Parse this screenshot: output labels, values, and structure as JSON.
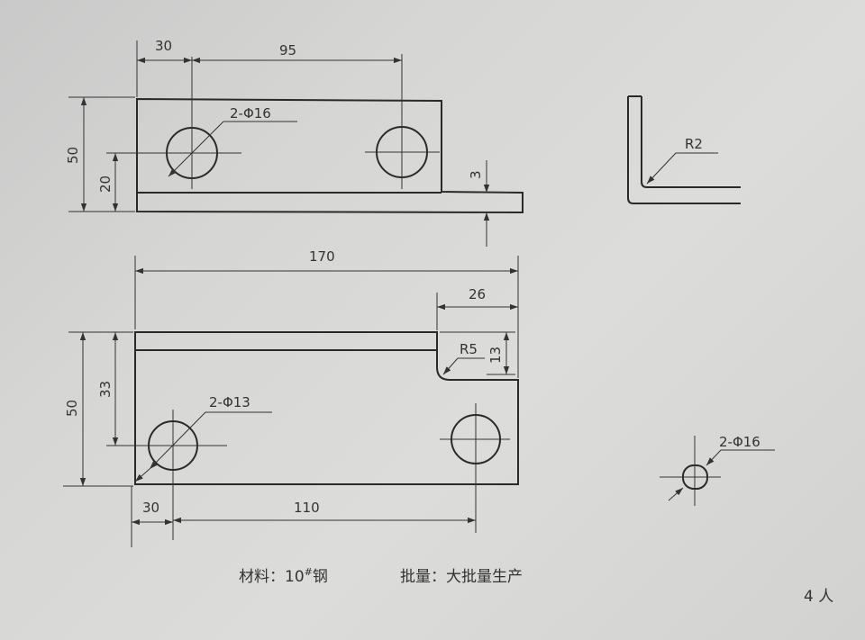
{
  "top_view": {
    "dim_30": "30",
    "dim_95": "95",
    "dim_50": "50",
    "dim_20": "20",
    "dim_3": "3",
    "holes_label": "2-Φ16"
  },
  "corner_detail": {
    "radius_label": "R2"
  },
  "front_view": {
    "dim_170": "170",
    "dim_26": "26",
    "dim_50": "50",
    "dim_33": "33",
    "dim_13": "13",
    "radius_label": "R5",
    "holes_label": "2-Φ13",
    "dim_30": "30",
    "dim_110": "110"
  },
  "hole_detail": {
    "holes_label": "2-Φ16"
  },
  "footer": {
    "material": "材料：10",
    "material_sup": "#",
    "material_steel": "钢",
    "batch": "批量：大批量生产",
    "group": "4 人"
  }
}
